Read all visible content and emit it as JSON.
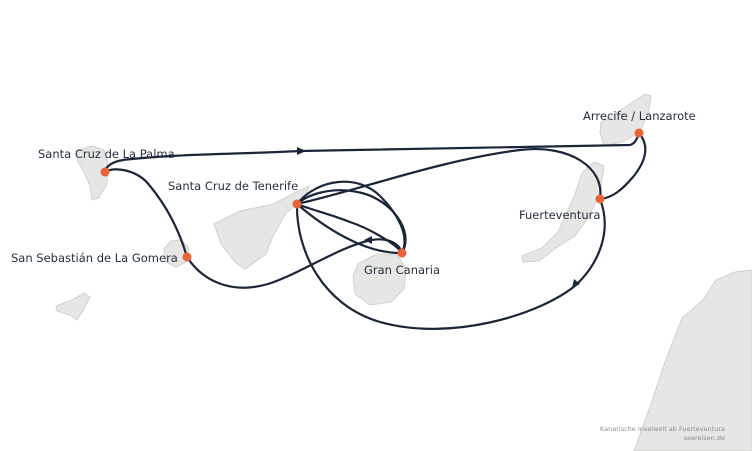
{
  "map": {
    "ports": [
      {
        "id": "la-palma",
        "label": "Santa Cruz de La Palma"
      },
      {
        "id": "la-gomera",
        "label": "San Sebastián de La Gomera"
      },
      {
        "id": "tenerife",
        "label": "Santa Cruz de Tenerife"
      },
      {
        "id": "gran-canaria",
        "label": "Gran Canaria"
      },
      {
        "id": "fuerteventura",
        "label": "Fuerteventura"
      },
      {
        "id": "lanzarote",
        "label": "Arrecife / Lanzarote"
      }
    ],
    "credit": {
      "line1": "Kanarische Inselwelt ab Fuerteventura",
      "line2": "seereisen.de"
    }
  },
  "colors": {
    "route": "#1b2739",
    "port": "#e8643a",
    "land": "#e6e6e4"
  }
}
